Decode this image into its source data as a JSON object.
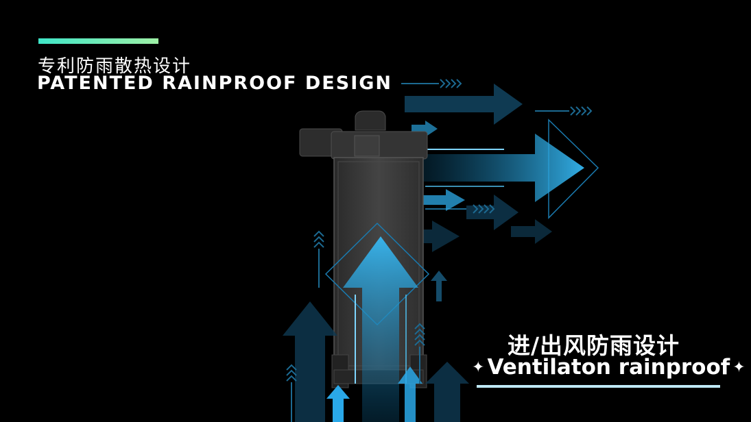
{
  "header": {
    "title_cn": "专利防雨散热设计",
    "title_en": "PATENTED RAINPROOF DESIGN",
    "accent_color": "#3fe6c8"
  },
  "caption": {
    "title_cn": "进/出风防雨设计",
    "title_en": "Ventilaton rainproof",
    "star_glyph": "✦",
    "underline_color": "#bfe9f7"
  },
  "colors": {
    "background": "#000000",
    "arrow_bright": "#2aa8e8",
    "arrow_dim": "#0f3a52",
    "device_body": "#3a3a3a"
  },
  "illustration": {
    "device": "power-station-device",
    "airflow_out": "airflow-out-arrows-icon",
    "airflow_in": "airflow-in-arrows-icon"
  }
}
